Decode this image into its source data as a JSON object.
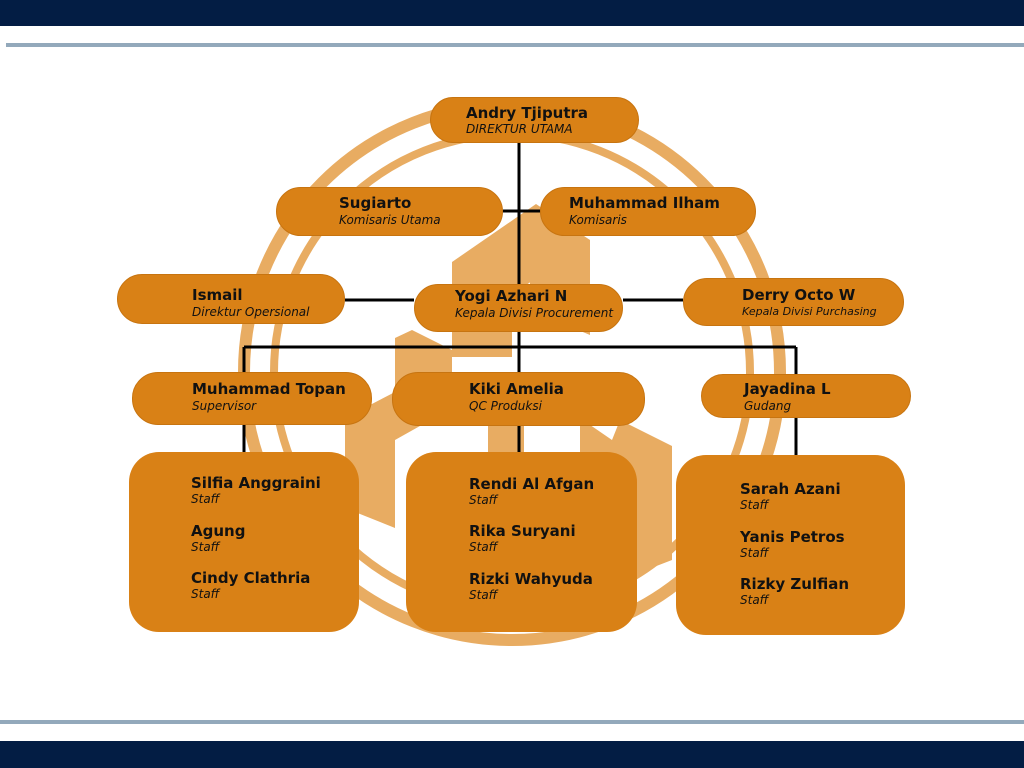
{
  "colors": {
    "navy": "#031d44",
    "accent": "#d98116",
    "watermark": "#e8ac62",
    "rule": "#93a9bb",
    "line": "#000000"
  },
  "nodes": {
    "direktur": {
      "name": "Andry Tjiputra",
      "role": "DIREKTUR UTAMA"
    },
    "komisaris_utama": {
      "name": "Sugiarto",
      "role": "Komisaris Utama"
    },
    "komisaris": {
      "name": "Muhammad Ilham",
      "role": "Komisaris"
    },
    "operasional": {
      "name": "Ismail",
      "role": "Direktur Opersional"
    },
    "procurement": {
      "name": "Yogi Azhari N",
      "role": "Kepala Divisi Procurement"
    },
    "purchasing": {
      "name": "Derry Octo W",
      "role": "Kepala Divisi Purchasing"
    },
    "supervisor": {
      "name": "Muhammad Topan",
      "role": "Supervisor"
    },
    "qc": {
      "name": "Kiki Amelia",
      "role": "QC Produksi"
    },
    "gudang": {
      "name": "Jayadina L",
      "role": "Gudang"
    }
  },
  "groups": {
    "left": [
      {
        "name": "Silfia Anggraini",
        "role": "Staff"
      },
      {
        "name": "Agung",
        "role": "Staff"
      },
      {
        "name": "Cindy Clathria",
        "role": "Staff"
      }
    ],
    "middle": [
      {
        "name": "Rendi Al Afgan",
        "role": "Staff"
      },
      {
        "name": "Rika Suryani",
        "role": "Staff"
      },
      {
        "name": "Rizki Wahyuda",
        "role": "Staff"
      }
    ],
    "right": [
      {
        "name": "Sarah Azani",
        "role": "Staff"
      },
      {
        "name": "Yanis Petros",
        "role": "Staff"
      },
      {
        "name": "Rizky Zulfian",
        "role": "Staff"
      }
    ]
  }
}
